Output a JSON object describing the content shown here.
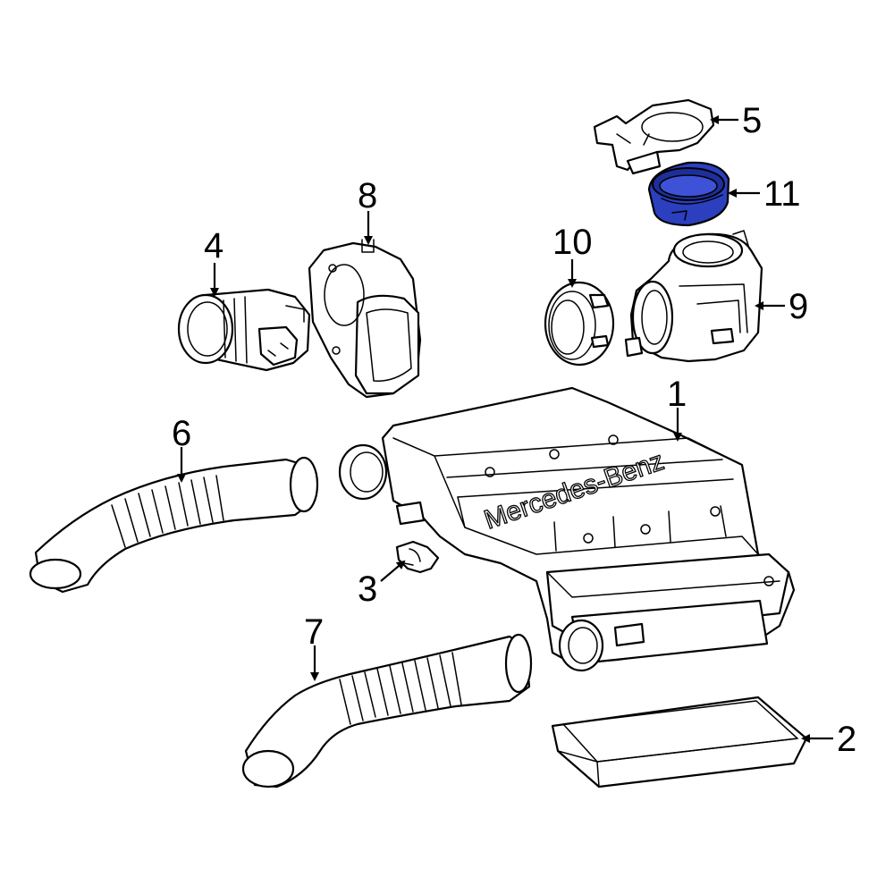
{
  "diagram": {
    "brand_text": "Mercedes-Benz",
    "highlight_color": "#2b3fbf",
    "labels": {
      "p1": "1",
      "p2": "2",
      "p3": "3",
      "p4": "4",
      "p5": "5",
      "p6": "6",
      "p7": "7",
      "p8": "8",
      "p9": "9",
      "p10": "10",
      "p11": "11"
    }
  }
}
